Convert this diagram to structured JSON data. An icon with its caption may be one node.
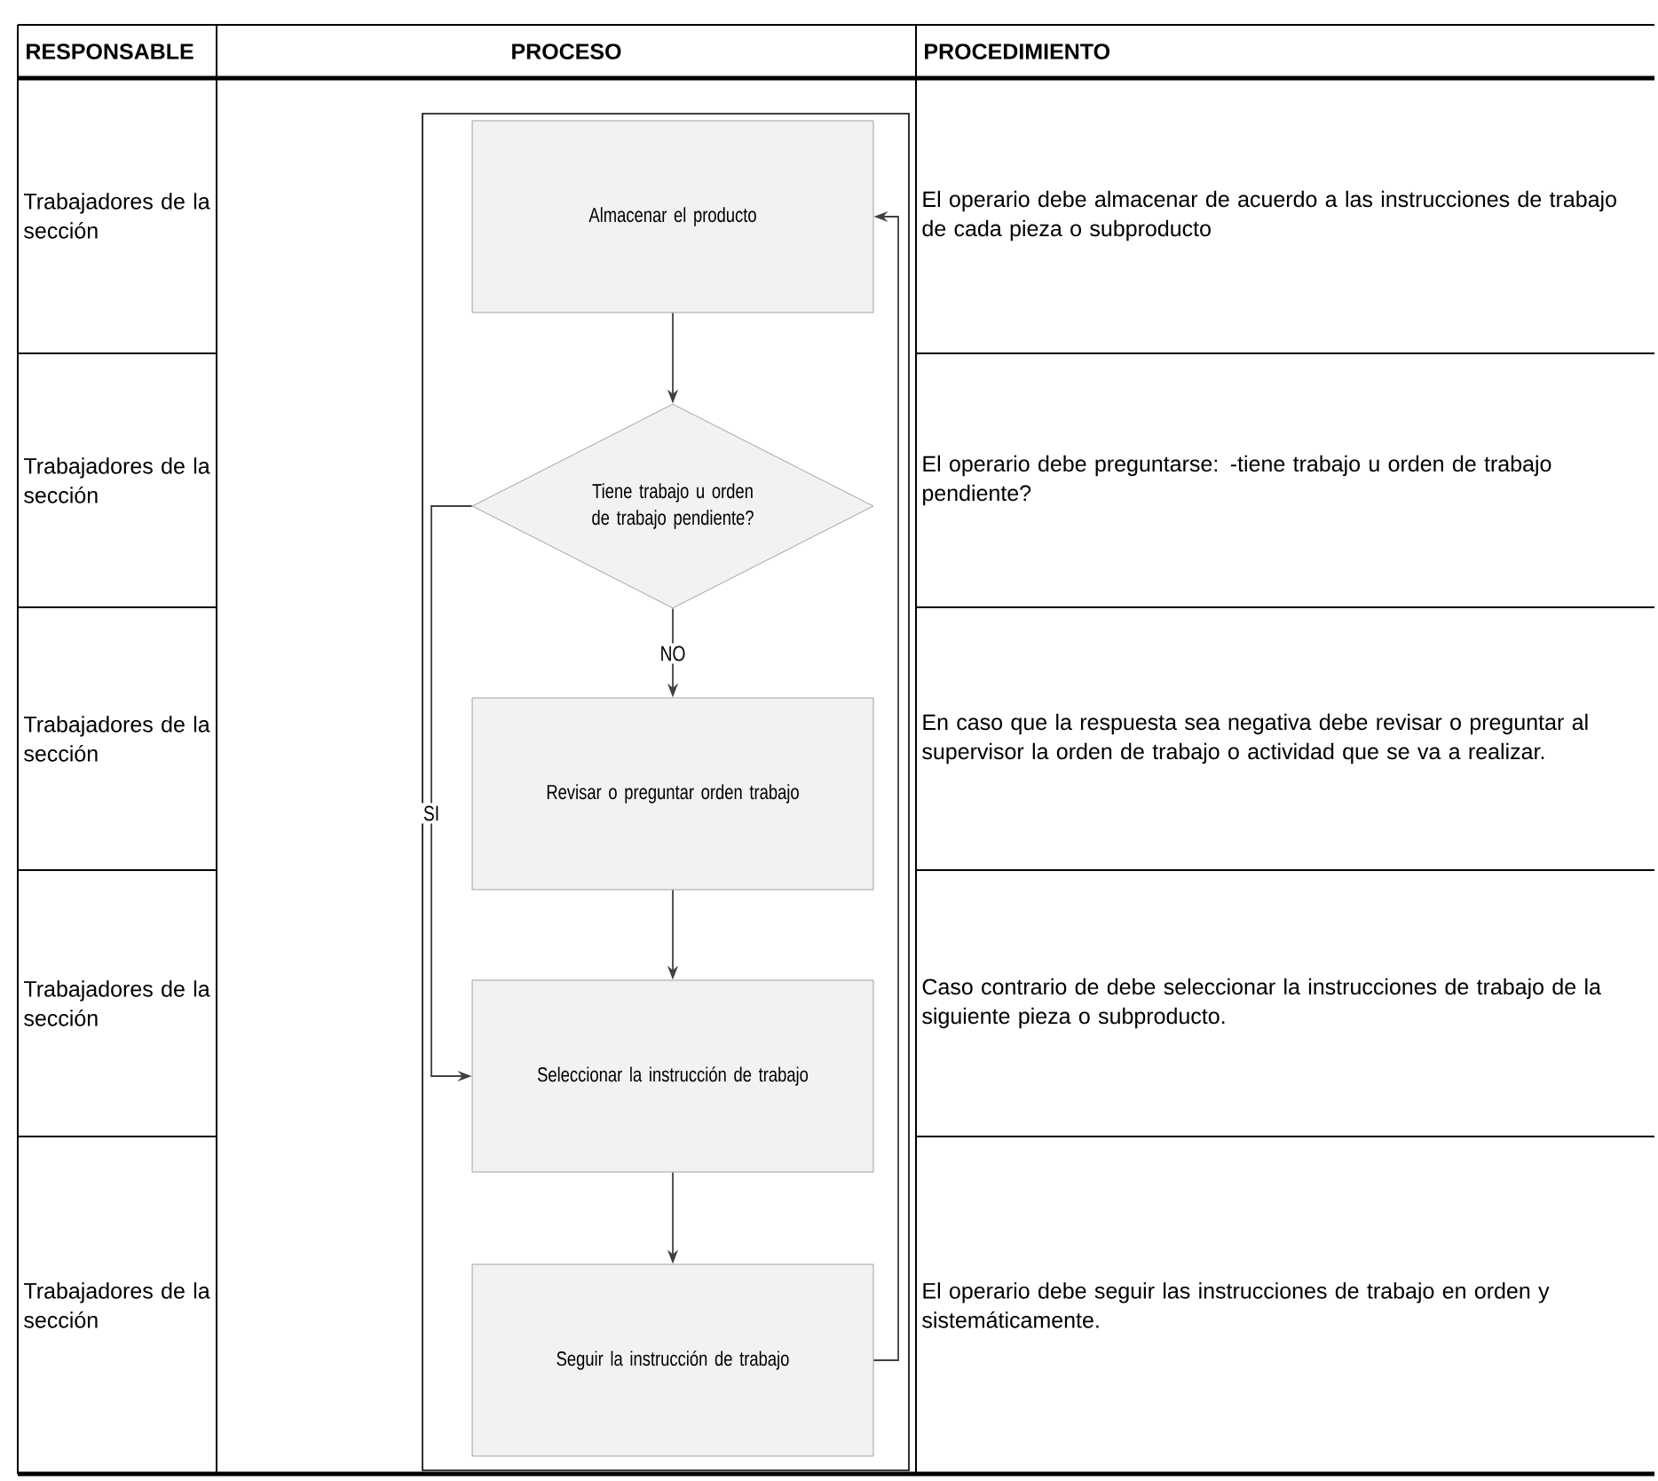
{
  "diagram": {
    "nodes": [
      {
        "text": [
          "Almacenar el producto"
        ]
      },
      {
        "text": [
          "Tiene trabajo u orden de trabajo pendiente?"
        ]
      },
      {
        "text": [
          "Revisar o preguntar  orden trabajo"
        ]
      },
      {
        "text": [
          "Seleccionar la instrucción de trabajo"
        ]
      },
      {
        "text": [
          "Seguir la instrucción de trabajo"
        ]
      }
    ],
    "edges": [
      {
        "from": 0,
        "to": 1,
        "arrow": "to"
      },
      {
        "from": 1,
        "to": 2,
        "arrow": "to",
        "label": "NO"
      },
      {
        "from": 1,
        "to": 3,
        "arrow": "to",
        "label": "SI"
      },
      {
        "from": 2,
        "to": 3,
        "arrow": "to"
      },
      {
        "from": 3,
        "to": 4,
        "arrow": "to"
      },
      {
        "from": 4,
        "to": 0,
        "arrow": "to"
      }
    ],
    "labels": [
      "RESPONSABLE",
      "PROCESO",
      "PROCEDIMIENTO",
      "Trabajadores de la sección",
      "El operario debe almacenar de acuerdo a las instrucciones de trabajo de cada pieza o subproducto",
      "Trabajadores de la sección",
      "El operario debe preguntarse: -tiene trabajo  u orden de trabajo pendiente?",
      "Trabajadores de la sección",
      "En caso que la respuesta sea negativa debe revisar o preguntar al supervisor la orden de trabajo  o actividad que se va  a realizar.",
      "Trabajadores de la sección",
      "Caso contrario  de debe seleccionar la instrucciones  de trabajo de la siguiente pieza o subproducto.",
      "Trabajadores de la sección",
      "El operario debe seguir las instrucciones de trabajo en orden y sistemáticamente."
    ]
  }
}
